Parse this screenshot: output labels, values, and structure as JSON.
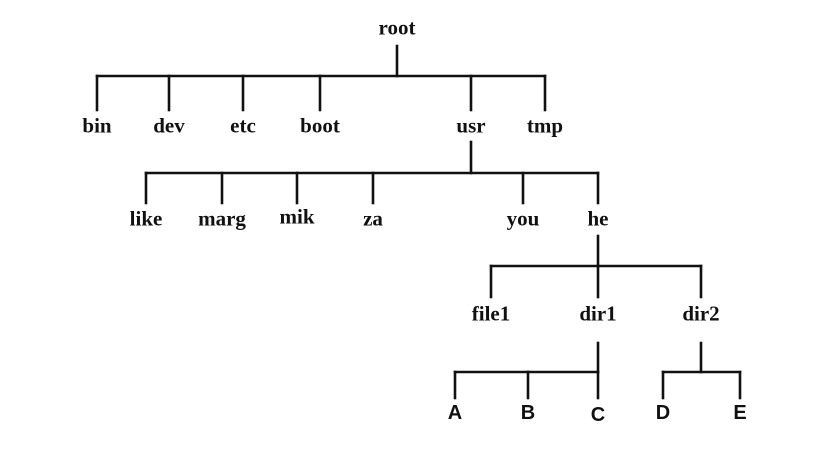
{
  "diagram": {
    "line_color": "#111111",
    "text_color": "#111111",
    "root": {
      "label": "root",
      "children": [
        {
          "label": "bin"
        },
        {
          "label": "dev"
        },
        {
          "label": "etc"
        },
        {
          "label": "boot"
        },
        {
          "label": "usr",
          "children": [
            {
              "label": "like"
            },
            {
              "label": "marg"
            },
            {
              "label": "mik"
            },
            {
              "label": "za"
            },
            {
              "label": "you"
            },
            {
              "label": "he",
              "children": [
                {
                  "label": "file1"
                },
                {
                  "label": "dir1",
                  "children": [
                    {
                      "label": "A"
                    },
                    {
                      "label": "B"
                    },
                    {
                      "label": "C"
                    }
                  ]
                },
                {
                  "label": "dir2",
                  "children": [
                    {
                      "label": "D"
                    },
                    {
                      "label": "E"
                    }
                  ]
                }
              ]
            }
          ]
        },
        {
          "label": "tmp"
        }
      ]
    }
  }
}
